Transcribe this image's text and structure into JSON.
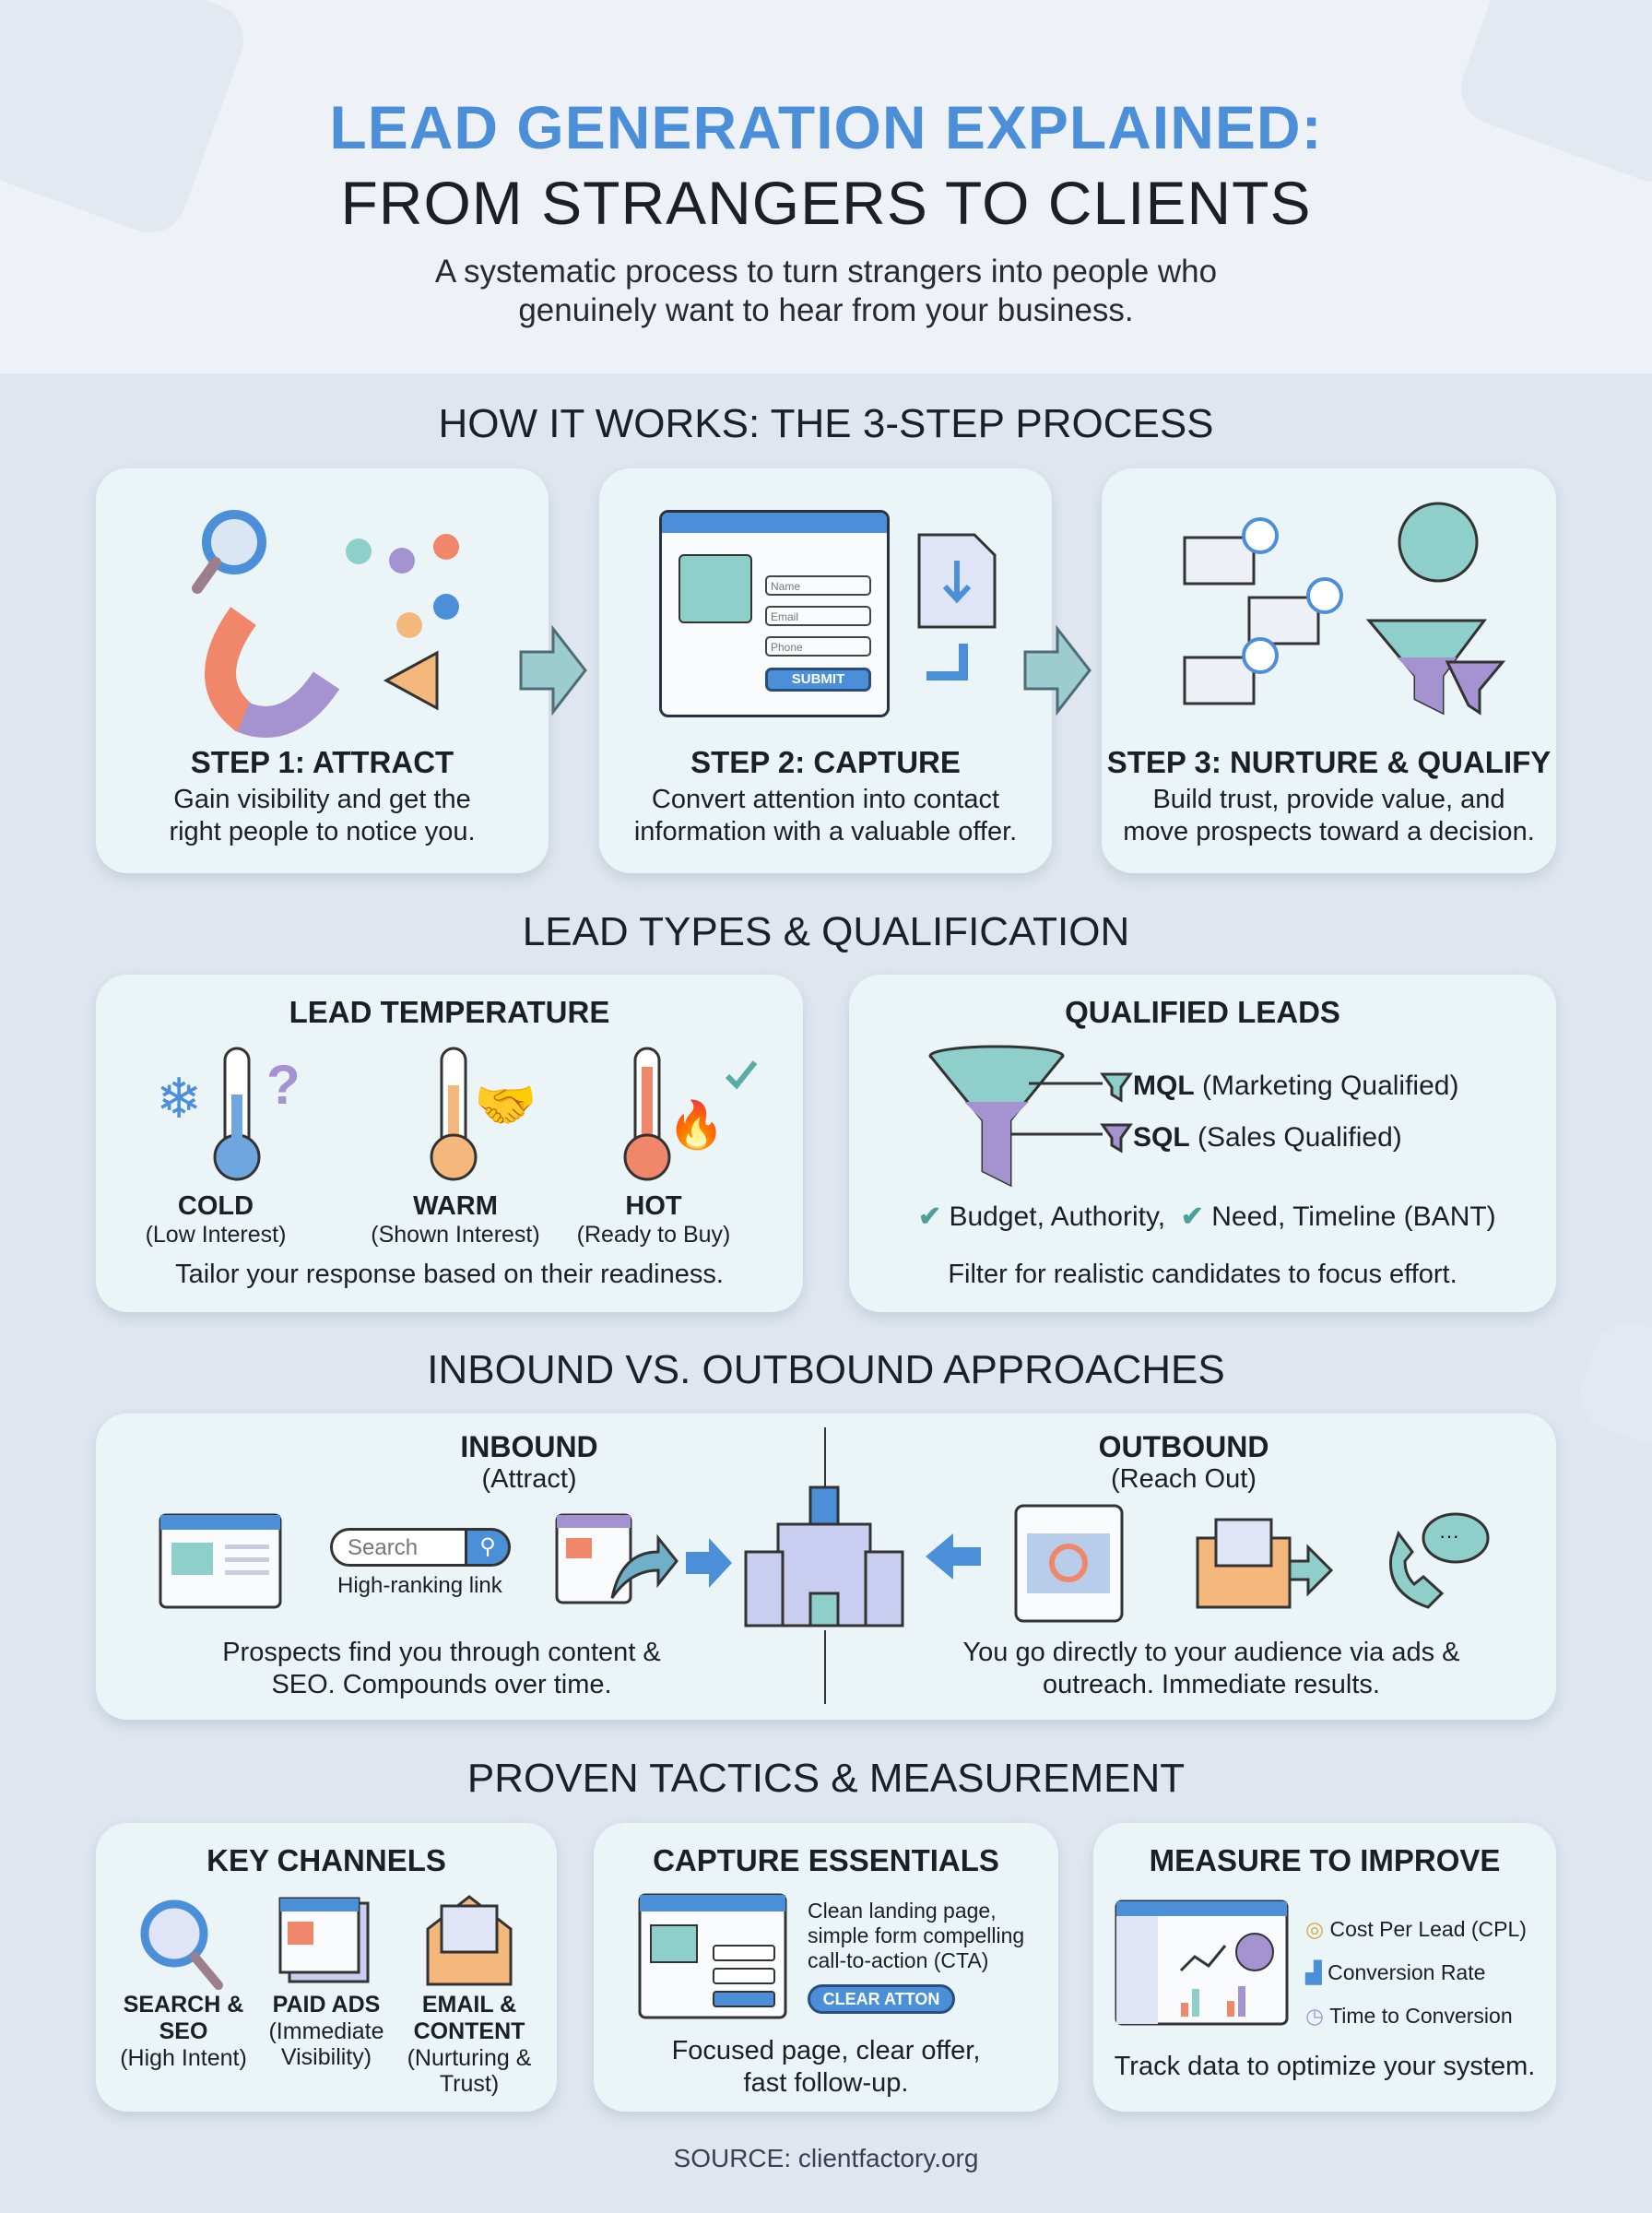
{
  "header": {
    "title_line1": "LEAD GENERATION EXPLAINED:",
    "title_line2": "FROM STRANGERS TO CLIENTS",
    "subtitle": "A systematic process to turn strangers into people who genuinely want to hear from your business."
  },
  "process": {
    "heading": "HOW IT WORKS: THE 3-STEP PROCESS",
    "steps": [
      {
        "title": "STEP 1: ATTRACT",
        "text": "Gain visibility and get the right people to notice you."
      },
      {
        "title": "STEP 2: CAPTURE",
        "text": "Convert attention into contact information with a valuable offer.",
        "form": {
          "name": "Name",
          "email": "Email",
          "phone": "Phone",
          "submit": "SUBMIT"
        }
      },
      {
        "title": "STEP 3: NURTURE & QUALIFY",
        "text": "Build trust, provide value, and move prospects toward a decision."
      }
    ]
  },
  "lead_types": {
    "heading": "LEAD TYPES & QUALIFICATION",
    "temperature": {
      "title": "LEAD TEMPERATURE",
      "items": [
        {
          "label": "COLD",
          "note": "(Low Interest)"
        },
        {
          "label": "WARM",
          "note": "(Shown Interest)"
        },
        {
          "label": "HOT",
          "note": "(Ready to Buy)"
        }
      ],
      "footer": "Tailor your response based on their readiness."
    },
    "qualified": {
      "title": "QUALIFIED LEADS",
      "mql": "MQL",
      "mql_note": "(Marketing Qualified)",
      "sql": "SQL",
      "sql_note": "(Sales Qualified)",
      "check1": "Budget, Authority,",
      "check2": "Need, Timeline (BANT)",
      "footer": "Filter for realistic candidates to focus effort."
    }
  },
  "approaches": {
    "heading": "INBOUND VS. OUTBOUND APPROACHES",
    "inbound": {
      "title": "INBOUND",
      "subtitle": "(Attract)",
      "search_placeholder": "Search",
      "link_label": "High-ranking link",
      "text": "Prospects find you through content & SEO. Compounds over time."
    },
    "outbound": {
      "title": "OUTBOUND",
      "subtitle": "(Reach Out)",
      "text": "You go directly to your audience via ads & outreach. Immediate results."
    }
  },
  "tactics": {
    "heading": "PROVEN TACTICS & MEASUREMENT",
    "channels": {
      "title": "KEY CHANNELS",
      "items": [
        {
          "label": "SEARCH & SEO",
          "note": "(High Intent)"
        },
        {
          "label": "PAID ADS",
          "note": "(Immediate Visibility)"
        },
        {
          "label": "EMAIL & CONTENT",
          "note": "(Nurturing & Trust)"
        }
      ]
    },
    "capture": {
      "title": "CAPTURE ESSENTIALS",
      "text": "Clean landing page, simple form compelling call-to-action (CTA)",
      "button": "CLEAR ATTON",
      "footer": "Focused page, clear offer, fast follow-up."
    },
    "measure": {
      "title": "MEASURE TO IMPROVE",
      "metrics": [
        "Cost Per Lead (CPL)",
        "Conversion Rate",
        "Time to Conversion"
      ],
      "footer": "Track data to optimize your system."
    }
  },
  "source": "SOURCE: clientfactory.org",
  "colors": {
    "accent": "#4b8fd8",
    "card": "#ebf5f8",
    "background": "#dfe6ef",
    "teal": "#8fcfcb",
    "orange": "#f0866a",
    "purple": "#a493d0"
  }
}
